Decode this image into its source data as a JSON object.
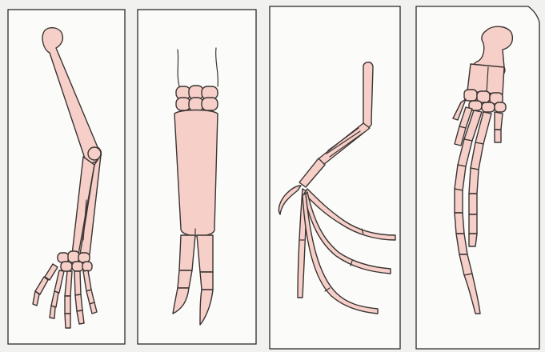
{
  "figure": {
    "panels": [
      {
        "name": "human-arm"
      },
      {
        "name": "cow-leg"
      },
      {
        "name": "bat-wing"
      },
      {
        "name": "whale-flipper"
      }
    ]
  },
  "colors": {
    "bone": "#f6cfc8",
    "outline": "#3a3432",
    "panel_border": "#2e2b2a",
    "panel_fill": "#fbfbf9",
    "background": "#f1f1ef"
  }
}
